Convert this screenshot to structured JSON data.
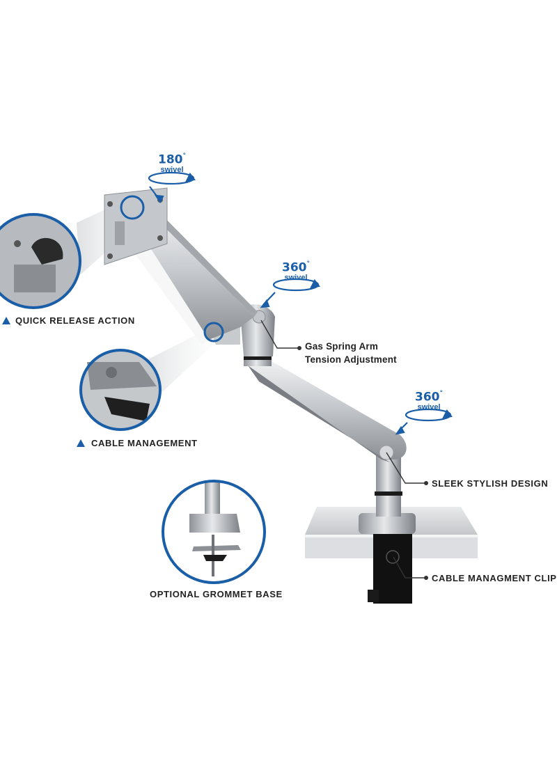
{
  "swivels": [
    {
      "degree": "180",
      "unit": "°",
      "word": "swivel"
    },
    {
      "degree": "360",
      "unit": "°",
      "word": "swivel"
    },
    {
      "degree": "360",
      "unit": "°",
      "word": "swivel"
    }
  ],
  "callouts": {
    "quick_release": "QUICK RELEASE ACTION",
    "cable_management": "CABLE MANAGEMENT",
    "gas_spring_line1": "Gas Spring Arm",
    "gas_spring_line2": "Tension Adjustment",
    "sleek": "SLEEK STYLISH DESIGN",
    "optional_grommet": "OPTIONAL GROMMET BASE",
    "cable_clip": "CABLE MANAGMENT CLIP"
  },
  "colors": {
    "accent_blue": "#1a5ea8",
    "arm_silver": "#b9bcc0",
    "text_dark": "#222222"
  },
  "icons": [
    "triangle-icon",
    "swivel-arrow-icon"
  ]
}
